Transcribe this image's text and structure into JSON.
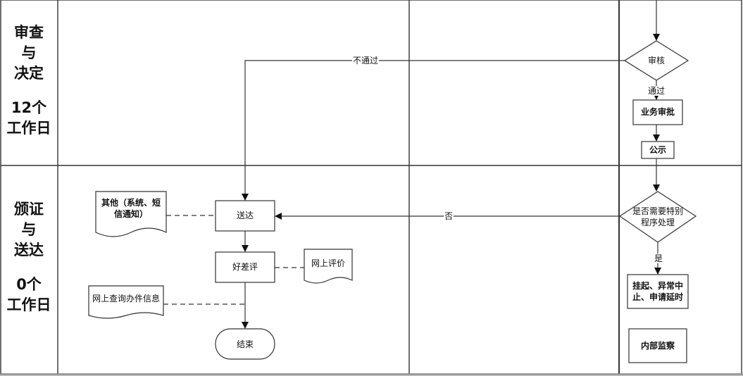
{
  "lanes": [
    {
      "line1": "审查",
      "line2": "与",
      "line3": "决定",
      "days1": "12个",
      "days2": "工作日"
    },
    {
      "line1": "颁证",
      "line2": "与",
      "line3": "送达",
      "days1": "0个",
      "days2": "工作日"
    }
  ],
  "nodes": {
    "review": "审核",
    "business_approval": "业务审批",
    "publicity": "公示",
    "special_question": "是否需要特别程序处理",
    "suspend": "挂起、异常中止、申请延时",
    "internal_supervision": "内部监察",
    "deliver": "送达",
    "evaluation": "好差评",
    "end": "结束",
    "other_notice": "其他（系统、短信通知）",
    "online_eval": "网上评价",
    "online_query": "网上查询办件信息"
  },
  "edges": {
    "not_pass": "不通过",
    "pass": "通过",
    "no": "否",
    "yes": "是"
  }
}
